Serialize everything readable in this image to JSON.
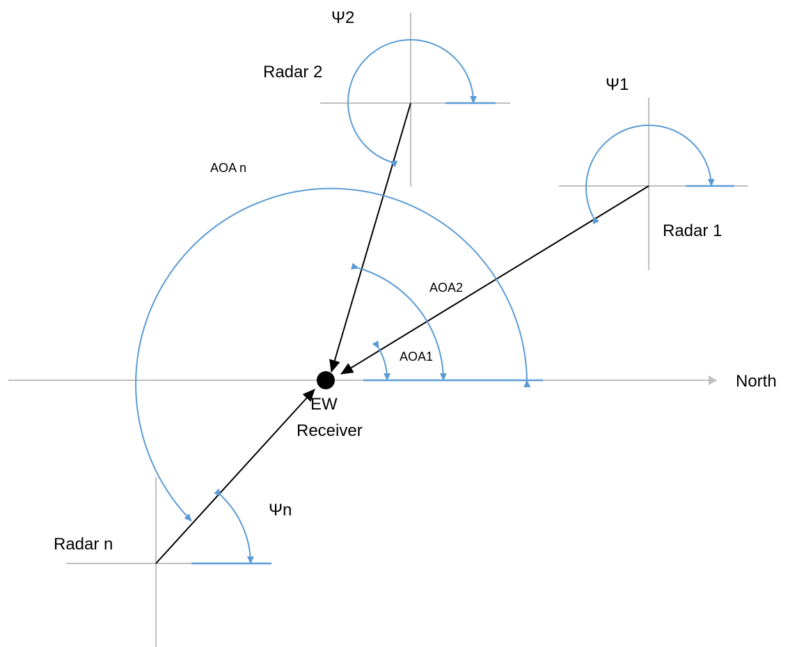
{
  "labels": {
    "north": "North",
    "receiver_line1": "EW",
    "receiver_line2": "Receiver",
    "radar1": "Radar 1",
    "radar2": "Radar 2",
    "radarn": "Radar n",
    "psi1": "Ψ1",
    "psi2": "Ψ2",
    "psin": "Ψn",
    "aoa1": "AOA1",
    "aoa2": "AOA2",
    "aoan": "AOA n"
  },
  "colors": {
    "axis": "#bfbfbf",
    "line": "#000000",
    "arc": "#5b9bd5"
  }
}
